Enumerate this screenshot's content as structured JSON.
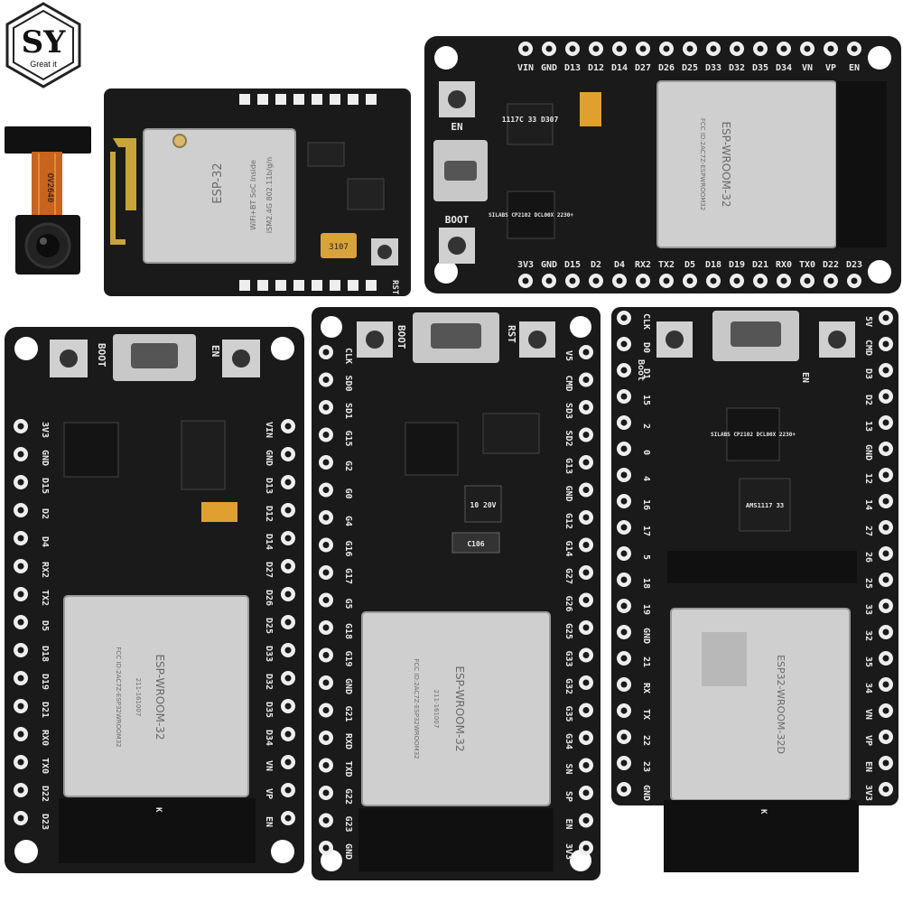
{
  "logo": {
    "letters": "SY",
    "tagline": "Great it"
  },
  "camera": {
    "label": "OV2640"
  },
  "cam_board": {
    "module_text_1": "ESP-32",
    "module_text_2": "WiFi+BT SoC Inside",
    "module_text_3": "ISM2.4G 802.11b/g/n",
    "chip_label": "3107",
    "rst_label": "RST"
  },
  "board_top": {
    "top_pins": [
      "VIN",
      "GND",
      "D13",
      "D12",
      "D14",
      "D27",
      "D26",
      "D25",
      "D33",
      "D32",
      "D35",
      "D34",
      "VN",
      "VP",
      "EN"
    ],
    "bottom_pins": [
      "3V3",
      "GND",
      "D15",
      "D2",
      "D4",
      "RX2",
      "TX2",
      "D5",
      "D18",
      "D19",
      "D21",
      "RX0",
      "TX0",
      "D22",
      "D23"
    ],
    "en_label": "EN",
    "boot_label": "BOOT",
    "reg_label": "1117C 33 D307",
    "usb_chip": "SILABS CP2102 DCL00X 2230+",
    "module_model": "ESP-WROOM-32",
    "fcc": "FCC ID:2AC7Z-ESPWROOM32"
  },
  "board_left": {
    "left_pins": [
      "3V3",
      "GND",
      "D15",
      "D2",
      "D4",
      "RX2",
      "TX2",
      "D5",
      "D18",
      "D19",
      "D21",
      "RX0",
      "TX0",
      "D22",
      "D23"
    ],
    "right_pins": [
      "VIN",
      "GND",
      "D13",
      "D12",
      "D14",
      "D27",
      "D26",
      "D25",
      "D33",
      "D32",
      "D35",
      "D34",
      "VN",
      "VP",
      "EN"
    ],
    "boot_label": "BOOT",
    "en_label": "EN",
    "module_model": "ESP-WROOM-32",
    "fcc": "FCC ID:2AC7Z-ESP32WROOM32",
    "cert": "211-161007",
    "antenna_k": "K"
  },
  "board_mid": {
    "left_pins": [
      "CLK",
      "SD0",
      "SD1",
      "G15",
      "G2",
      "G0",
      "G4",
      "G16",
      "G17",
      "G5",
      "G18",
      "G19",
      "GND",
      "G21",
      "RXD",
      "TXD",
      "G22",
      "G23",
      "GND"
    ],
    "right_pins": [
      "V5",
      "CMD",
      "SD3",
      "SD2",
      "G13",
      "GND",
      "G12",
      "G14",
      "G27",
      "G26",
      "G25",
      "G33",
      "G32",
      "G35",
      "G34",
      "SN",
      "SP",
      "EN",
      "3V3"
    ],
    "boot_label": "BOOT",
    "rst_label": "RST",
    "cap_label": "10 20V",
    "cap2_label": "C106",
    "module_model": "ESP-WROOM-32",
    "fcc": "FCC ID:2AC7Z-ESP32WROOM32",
    "cert": "211-161007"
  },
  "board_right": {
    "left_pins": [
      "CLK",
      "D0",
      "D1",
      "15",
      "2",
      "0",
      "4",
      "16",
      "17",
      "5",
      "18",
      "19",
      "GND",
      "21",
      "RX",
      "TX",
      "22",
      "23",
      "GND"
    ],
    "right_pins": [
      "5V",
      "CMD",
      "D3",
      "D2",
      "13",
      "GND",
      "12",
      "14",
      "27",
      "26",
      "25",
      "33",
      "32",
      "35",
      "34",
      "VN",
      "VP",
      "EN",
      "3V3"
    ],
    "boot_label": "Boot",
    "en_label": "EN",
    "reg_label": "AMS1117 33",
    "usb_chip": "SILABS CP2102 DCL00X 2230+",
    "module_model": "ESP32-WROOM-32D",
    "antenna_k": "K"
  }
}
